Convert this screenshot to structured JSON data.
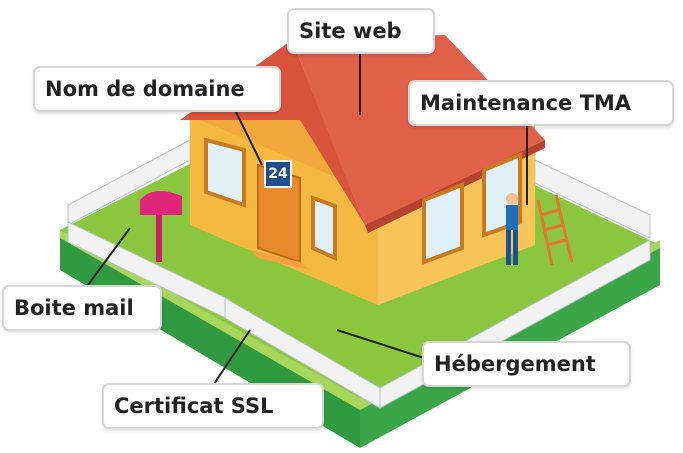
{
  "labels": {
    "site_web": "Site web",
    "nom_de_domaine": "Nom de domaine",
    "maintenance": "Maintenance TMA",
    "boite_mail": "Boite mail",
    "hebergement": "Hébergement",
    "certificat": "Certificat SSL"
  },
  "house_number": "24",
  "colors": {
    "grass_top": "#8cc63f",
    "grass_side": "#3aa647",
    "roof": "#e0604a",
    "wall": "#f5b942",
    "door": "#e88a2a",
    "mailbox": "#e0267a",
    "callout_border": "#d6d6d6",
    "text": "#222222"
  }
}
